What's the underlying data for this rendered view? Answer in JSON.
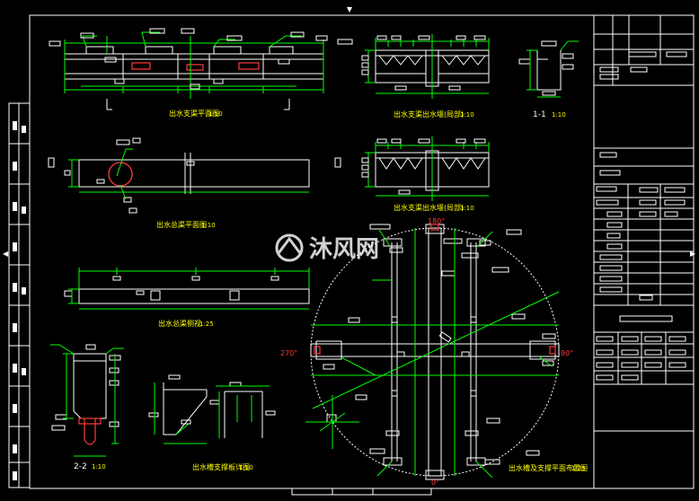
{
  "watermark": "沐风网",
  "views": {
    "plan_top": {
      "title": "出水支渠平面图",
      "scale": "1:10"
    },
    "elev_a": {
      "title": "出水支渠出水堰(局部)",
      "scale": "1:10"
    },
    "section_11": {
      "title": "1-1",
      "scale": "1:10"
    },
    "elev_b": {
      "title": "出水支渠出水堰(局部)",
      "scale": "1:10"
    },
    "main_plan": {
      "title": "出水总渠平面图",
      "scale": "1:10"
    },
    "main_side": {
      "title": "出水总渠侧视",
      "scale": "1:25"
    },
    "section_22": {
      "title": "2-2",
      "scale": "1:10"
    },
    "bracket": {
      "title": "出水槽支撑板详图",
      "scale": "1:10"
    },
    "tank_plan": {
      "title": "出水槽及支撑平面布置图",
      "scale": "1:25"
    }
  },
  "angles": {
    "top": "180°",
    "left": "270°",
    "right": "90°",
    "bottom": "0°"
  },
  "colors": {
    "background": "#000000",
    "frame": "#ffffff",
    "outline": "#ffffff",
    "dimension": "#00ff00",
    "label": "#ffff00",
    "red": "#ff3b3b"
  }
}
